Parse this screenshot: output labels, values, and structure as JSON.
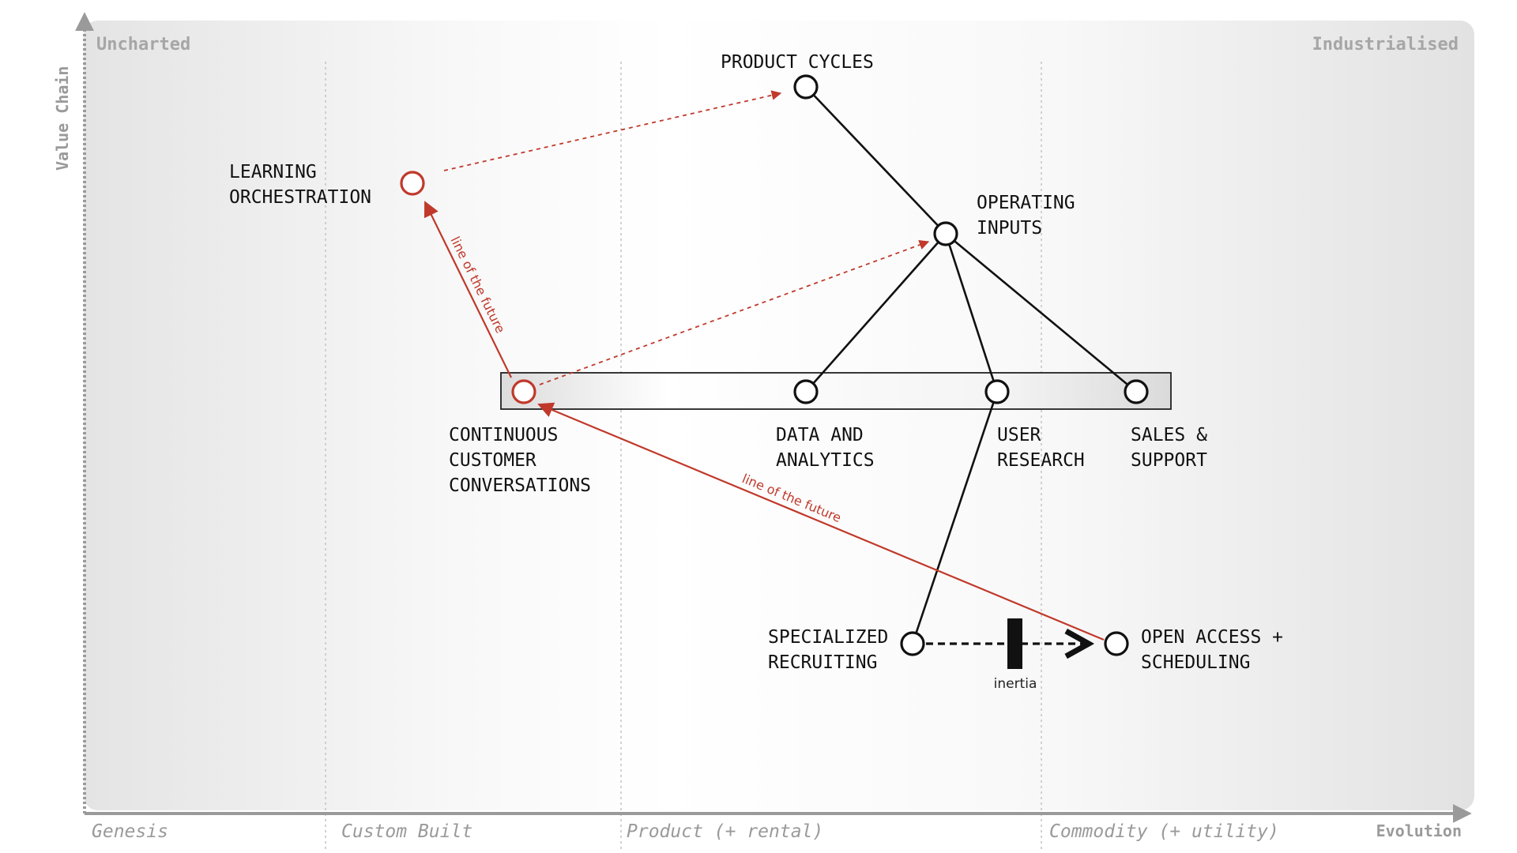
{
  "map": {
    "corners": {
      "top_left": "Uncharted",
      "top_right": "Industrialised"
    },
    "y_axis_label": "Value Chain",
    "x_axis_label": "Evolution",
    "stages": [
      "Genesis",
      "Custom Built",
      "Product (+ rental)",
      "Commodity (+ utility)"
    ]
  },
  "components": {
    "product_cycles": {
      "lines": [
        "PRODUCT CYCLES"
      ],
      "color": "#111111"
    },
    "operating_inputs": {
      "lines": [
        "OPERATING",
        "INPUTS"
      ],
      "color": "#111111"
    },
    "learning_orchestration": {
      "lines": [
        "LEARNING",
        "ORCHESTRATION"
      ],
      "color": "#c0392b"
    },
    "continuous_conversations": {
      "lines": [
        "CONTINUOUS",
        "CUSTOMER",
        "CONVERSATIONS"
      ],
      "color": "#c0392b"
    },
    "data_analytics": {
      "lines": [
        "DATA AND",
        "ANALYTICS"
      ],
      "color": "#111111"
    },
    "user_research": {
      "lines": [
        "USER",
        "RESEARCH"
      ],
      "color": "#111111"
    },
    "sales_support": {
      "lines": [
        "SALES &",
        "SUPPORT"
      ],
      "color": "#111111"
    },
    "specialized_recruiting": {
      "lines": [
        "SPECIALIZED",
        "RECRUITING"
      ],
      "color": "#111111"
    },
    "open_access": {
      "lines": [
        "OPEN ACCESS +",
        "SCHEDULING"
      ],
      "color": "#111111"
    }
  },
  "annotations": {
    "future_line_1": "line of the future",
    "future_line_2": "line of the future",
    "inertia": "inertia"
  },
  "colors": {
    "accent_red": "#c0392b",
    "component_black": "#111111",
    "axis_grey": "#9a9a9a"
  }
}
